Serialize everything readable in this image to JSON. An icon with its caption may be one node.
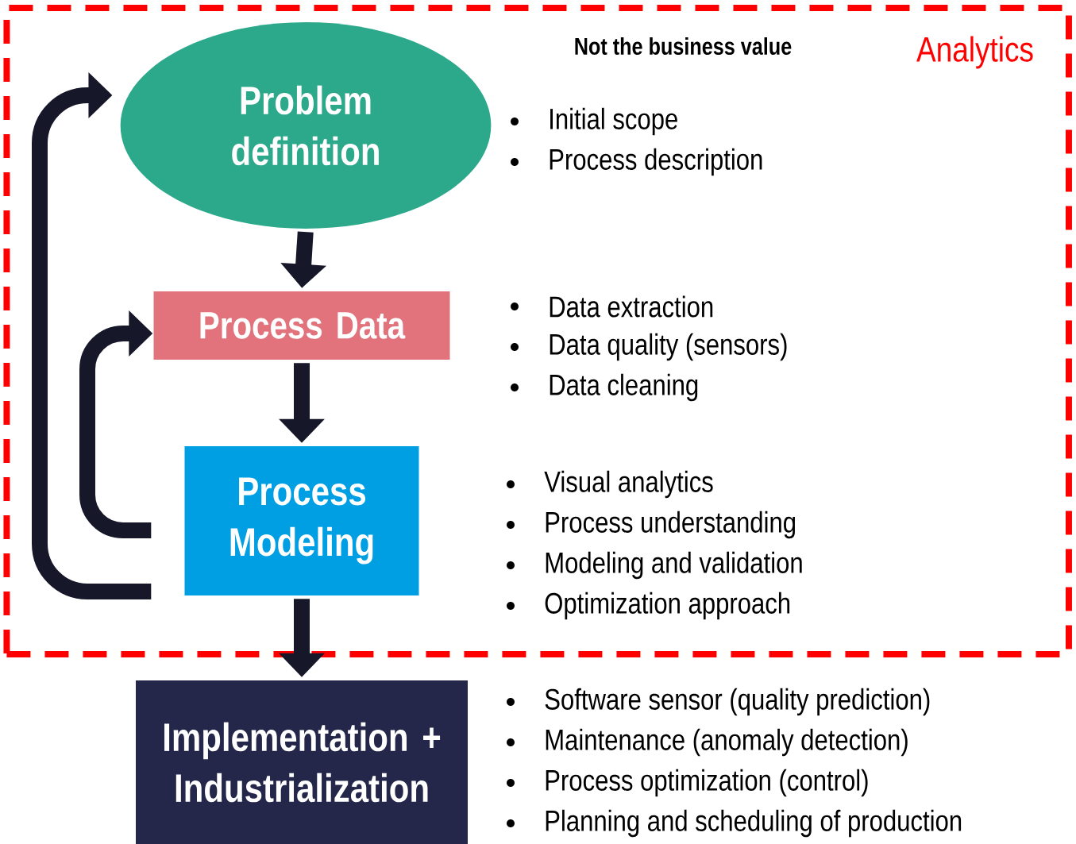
{
  "diagram": {
    "nodes": [
      {
        "text": [
          "Analytics"
        ]
      },
      {
        "text": [
          "Problem definition"
        ],
        "in": 0
      },
      {
        "text": [
          "Process Data"
        ],
        "in": 0
      },
      {
        "text": [
          "Process Modeling"
        ],
        "in": 0
      },
      {
        "text": [
          "Implementation + Industrialization"
        ]
      }
    ],
    "edges": [
      {
        "from": 1,
        "to": 2,
        "arrow": "to"
      },
      {
        "from": 2,
        "to": 3,
        "arrow": "to"
      },
      {
        "from": 3,
        "to": 4,
        "arrow": "to"
      },
      {
        "from": 3,
        "to": 2,
        "arrow": "to"
      },
      {
        "from": 3,
        "to": 1,
        "arrow": "to"
      }
    ],
    "labels": [
      "Not the business value",
      "Initial scope",
      "Process description",
      "Data extraction",
      "Data quality (sensors)",
      "Data cleaning",
      "Visual analytics",
      "Process understanding",
      "Modeling and validation",
      "Optimization approach",
      "Software sensor (quality prediction)",
      "Maintenance (anomaly detection)",
      "Process optimization (control)",
      "Planning and scheduling of production"
    ]
  }
}
